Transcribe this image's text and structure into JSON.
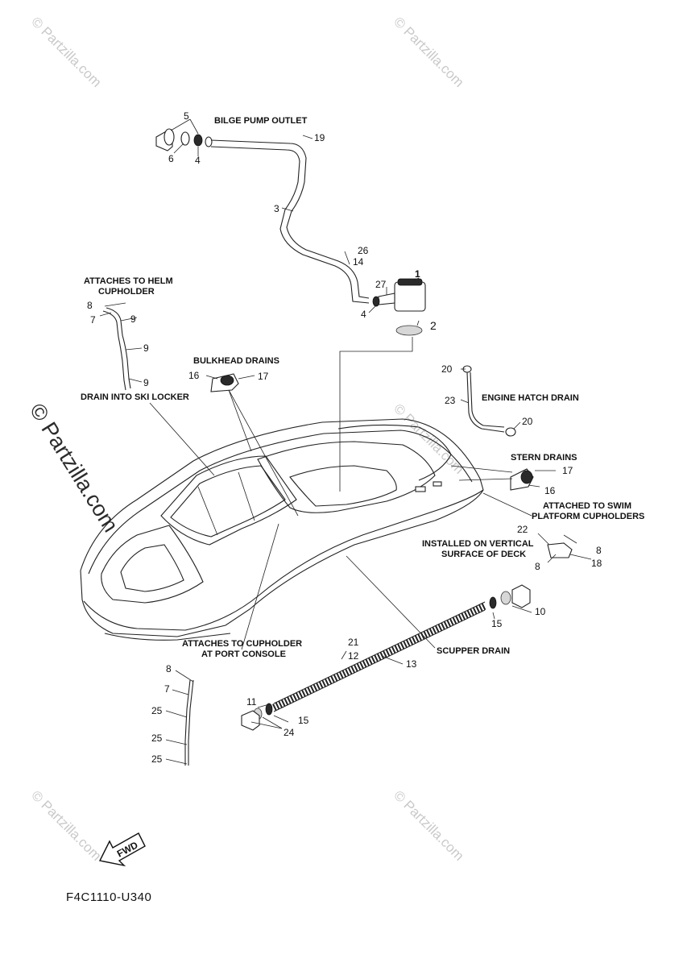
{
  "watermark": {
    "text": "© Partzilla.com",
    "vertical_text": "© Partzilla.com"
  },
  "captions": {
    "bilge_pump_outlet": "BILGE PUMP OUTLET",
    "attaches_helm_1": "ATTACHES TO HELM",
    "attaches_helm_2": "CUPHOLDER",
    "bulkhead_drains": "BULKHEAD DRAINS",
    "drain_ski_locker": "DRAIN INTO SKI LOCKER",
    "engine_hatch_drain": "ENGINE HATCH DRAIN",
    "stern_drains": "STERN DRAINS",
    "attached_swim_1": "ATTACHED TO SWIM",
    "attached_swim_2": "PLATFORM CUPHOLDERS",
    "installed_vertical_1": "INSTALLED ON VERTICAL",
    "installed_vertical_2": "SURFACE OF DECK",
    "attaches_port_1": "ATTACHES TO CUPHOLDER",
    "attaches_port_2": "AT PORT CONSOLE",
    "scupper_drain": "SCUPPER DRAIN"
  },
  "part_numbers": {
    "n1": "1",
    "n2": "2",
    "n3": "3",
    "n4a": "4",
    "n4b": "4",
    "n5": "5",
    "n6": "6",
    "n7a": "7",
    "n7b": "7",
    "n8a": "8",
    "n8b": "8",
    "n8c": "8",
    "n8d": "8",
    "n9a": "9",
    "n9b": "9",
    "n9c": "9",
    "n10": "10",
    "n11": "11",
    "n12": "12",
    "n13": "13",
    "n14": "14",
    "n15a": "15",
    "n15b": "15",
    "n16a": "16",
    "n16b": "16",
    "n17a": "17",
    "n17b": "17",
    "n18": "18",
    "n19": "19",
    "n20a": "20",
    "n20b": "20",
    "n21": "21",
    "n22": "22",
    "n23": "23",
    "n24": "24",
    "n25a": "25",
    "n25b": "25",
    "n25c": "25",
    "n26": "26",
    "n27": "27"
  },
  "fwd_label": "FWD",
  "diagram_code": "F4C1110-U340"
}
